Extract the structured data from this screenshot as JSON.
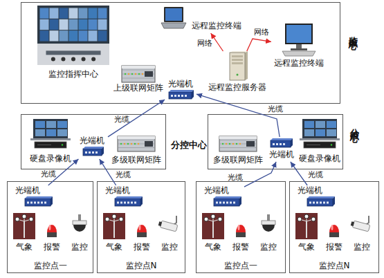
{
  "diagram": {
    "nodes": [
      {
        "text": [
          "监控中心"
        ]
      },
      {
        "text": [
          "监控指挥中心"
        ],
        "in": 0
      },
      {
        "text": [
          "远程监控终端"
        ],
        "in": 0
      },
      {
        "text": [
          "远程监控终端"
        ],
        "in": 0
      },
      {
        "text": [
          "上级联网矩阵"
        ],
        "in": 0
      },
      {
        "text": [
          "光端机"
        ],
        "in": 0
      },
      {
        "text": [
          "远程监控服务器"
        ],
        "in": 0
      },
      {
        "text": [
          "分控中心"
        ]
      },
      {
        "text": [
          "硬盘录像机"
        ],
        "in": 7
      },
      {
        "text": [
          "光端机"
        ],
        "in": 7
      },
      {
        "text": [
          "多级联网矩阵"
        ],
        "in": 7
      },
      {
        "text": [
          "分控中心"
        ]
      },
      {
        "text": [
          "多级联网矩阵"
        ],
        "in": 11
      },
      {
        "text": [
          "光端机"
        ],
        "in": 11
      },
      {
        "text": [
          "硬盘录像机"
        ],
        "in": 11
      },
      {
        "text": [
          "监控点一"
        ]
      },
      {
        "text": [
          "光端机"
        ],
        "in": 15
      },
      {
        "text": [
          "气象"
        ],
        "in": 15
      },
      {
        "text": [
          "报警"
        ],
        "in": 15
      },
      {
        "text": [
          "监控"
        ],
        "in": 15
      },
      {
        "text": [
          "监控点N"
        ]
      },
      {
        "text": [
          "光端机"
        ],
        "in": 20
      },
      {
        "text": [
          "气象"
        ],
        "in": 20
      },
      {
        "text": [
          "报警"
        ],
        "in": 20
      },
      {
        "text": [
          "监控"
        ],
        "in": 20
      },
      {
        "text": [
          "监控点一"
        ]
      },
      {
        "text": [
          "光端机"
        ],
        "in": 25
      },
      {
        "text": [
          "气象"
        ],
        "in": 25
      },
      {
        "text": [
          "报警"
        ],
        "in": 25
      },
      {
        "text": [
          "监控"
        ],
        "in": 25
      },
      {
        "text": [
          "监控点N"
        ]
      },
      {
        "text": [
          "光端机"
        ],
        "in": 30
      },
      {
        "text": [
          "气象"
        ],
        "in": 30
      },
      {
        "text": [
          "报警"
        ],
        "in": 30
      },
      {
        "text": [
          "监控"
        ],
        "in": 30
      }
    ],
    "edges": [
      {
        "from": 16,
        "to": 9,
        "arrow": "to",
        "label": "光缆"
      },
      {
        "from": 21,
        "to": 9,
        "arrow": "to",
        "label": "光缆"
      },
      {
        "from": 26,
        "to": 13,
        "arrow": "to",
        "label": "光缆"
      },
      {
        "from": 31,
        "to": 13,
        "arrow": "to",
        "label": "光缆"
      },
      {
        "from": 9,
        "to": 5,
        "arrow": "to",
        "label": "光缆"
      },
      {
        "from": 13,
        "to": 5,
        "arrow": "to",
        "label": "光缆"
      },
      {
        "from": 6,
        "to": 2,
        "arrow": "to",
        "label": "网络"
      },
      {
        "from": 6,
        "to": 3,
        "arrow": "to",
        "label": "网络"
      }
    ]
  }
}
